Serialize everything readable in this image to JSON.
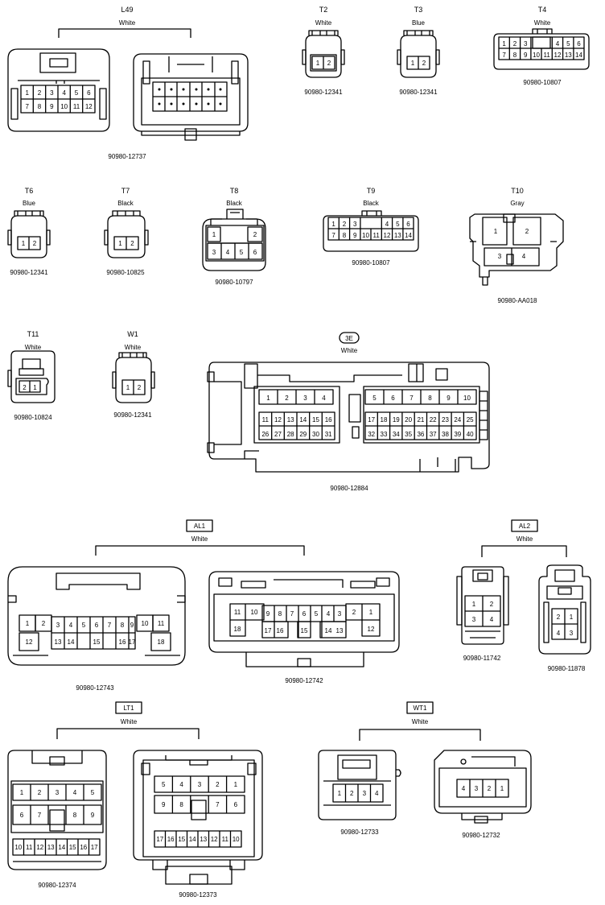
{
  "connectors": {
    "L49": {
      "name": "L49",
      "color": "White",
      "parts": [
        "90980-12737"
      ]
    },
    "T2": {
      "name": "T2",
      "color": "White",
      "parts": [
        "90980-12341"
      ]
    },
    "T3": {
      "name": "T3",
      "color": "Blue",
      "parts": [
        "90980-12341"
      ]
    },
    "T4": {
      "name": "T4",
      "color": "White",
      "parts": [
        "90980-10807"
      ]
    },
    "T6": {
      "name": "T6",
      "color": "Blue",
      "parts": [
        "90980-12341"
      ]
    },
    "T7": {
      "name": "T7",
      "color": "Black",
      "parts": [
        "90980-10825"
      ]
    },
    "T8": {
      "name": "T8",
      "color": "Black",
      "parts": [
        "90980-10797"
      ]
    },
    "T9": {
      "name": "T9",
      "color": "Black",
      "parts": [
        "90980-10807"
      ]
    },
    "T10": {
      "name": "T10",
      "color": "Gray",
      "parts": [
        "90980-AA018"
      ]
    },
    "T11": {
      "name": "T11",
      "color": "White",
      "parts": [
        "90980-10824"
      ]
    },
    "W1": {
      "name": "W1",
      "color": "White",
      "parts": [
        "90980-12341"
      ]
    },
    "3E": {
      "name": "3E",
      "color": "White",
      "parts": [
        "90980-12884"
      ]
    },
    "AL1": {
      "name": "AL1",
      "color": "White",
      "parts": [
        "90980-12743",
        "90980-12742"
      ]
    },
    "AL2": {
      "name": "AL2",
      "color": "White",
      "parts": [
        "90980-11742",
        "90980-11878"
      ]
    },
    "LT1": {
      "name": "LT1",
      "color": "White",
      "parts": [
        "90980-12374",
        "90980-12373"
      ]
    },
    "WT1": {
      "name": "WT1",
      "color": "White",
      "parts": [
        "90980-12733",
        "90980-12732"
      ]
    }
  }
}
